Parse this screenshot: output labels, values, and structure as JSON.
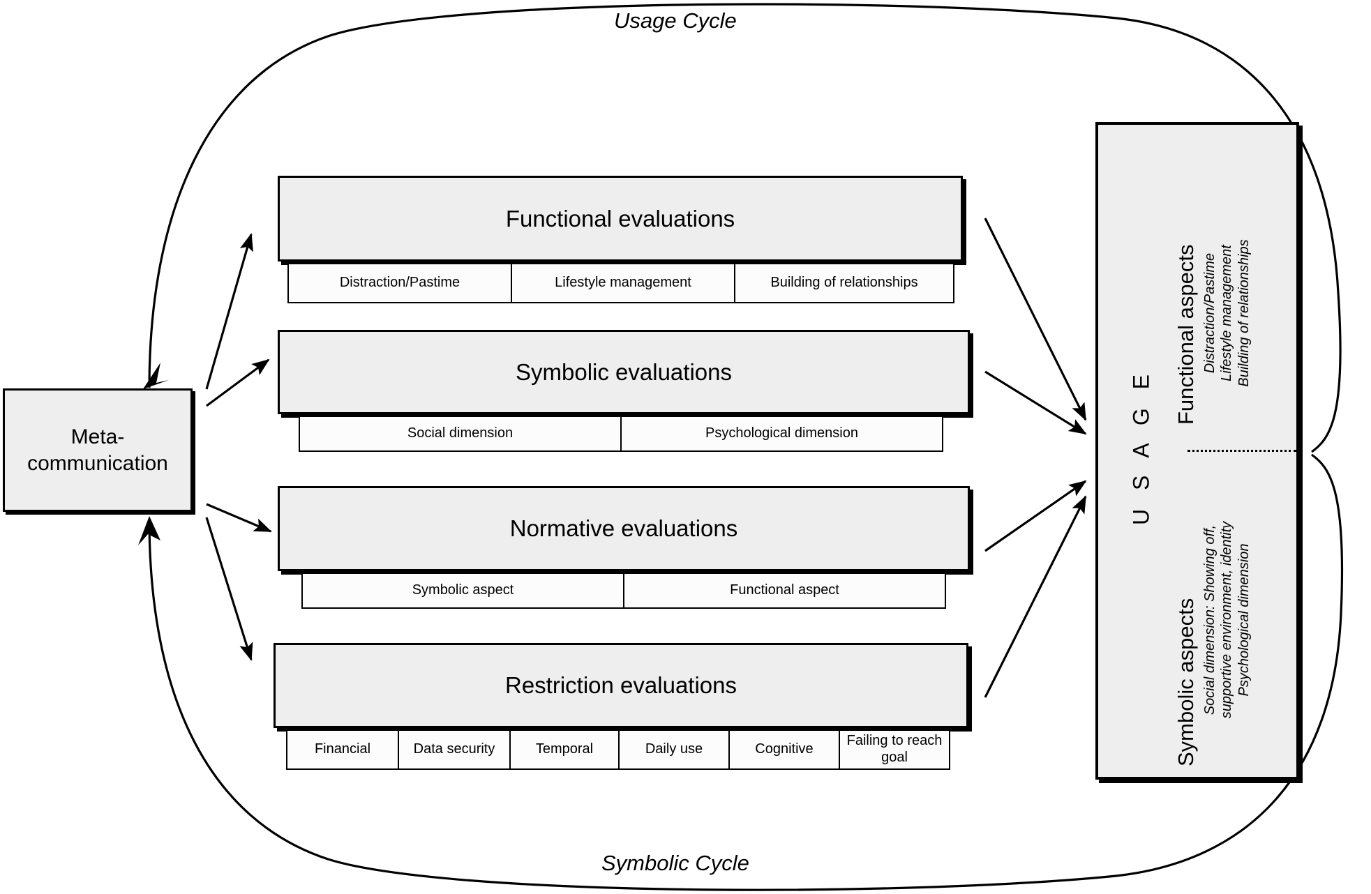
{
  "diagram": {
    "title_top": "Usage Cycle",
    "title_bottom": "Symbolic Cycle",
    "colors": {
      "box_fill": "#eeeeee",
      "sub_fill": "#fcfcfc",
      "stroke": "#000000",
      "background": "#ffffff"
    }
  },
  "meta": {
    "line1": "Meta-",
    "line2": "communication"
  },
  "evaluations": [
    {
      "id": "functional",
      "label": "Functional evaluations",
      "sub_items": [
        "Distraction/Pastime",
        "Lifestyle management",
        "Building of relationships"
      ]
    },
    {
      "id": "symbolic",
      "label": "Symbolic evaluations",
      "sub_items": [
        "Social dimension",
        "Psychological dimension"
      ]
    },
    {
      "id": "normative",
      "label": "Normative evaluations",
      "sub_items": [
        "Symbolic aspect",
        "Functional aspect"
      ]
    },
    {
      "id": "restriction",
      "label": "Restriction evaluations",
      "sub_items": [
        "Financial",
        "Data security",
        "Temporal",
        "Daily use",
        "Cognitive",
        "Failing to reach goal"
      ]
    }
  ],
  "usage": {
    "word": "U S A G E",
    "functional": {
      "heading": "Functional aspects",
      "line1": "Distraction/Pastime",
      "line2": "Lifestyle management",
      "line3": "Building of relationships"
    },
    "symbolic": {
      "heading": "Symbolic aspects",
      "line1": "Social dimension: Showing off,",
      "line2": "supportive environment, identity",
      "line3": "Psychological dimension"
    }
  }
}
